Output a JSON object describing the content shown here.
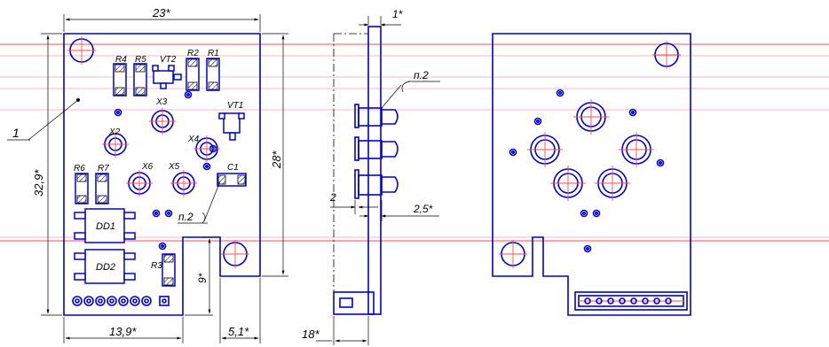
{
  "dimensions": {
    "width_top": "23*",
    "height_left": "32,9*",
    "height_right": "28*",
    "cutout_height": "9*",
    "bottom_width_left": "13,9*",
    "bottom_width_right": "5,1*",
    "side_top": "1*",
    "side_gap": "2",
    "side_offset": "2,5*",
    "side_bottom": "18*"
  },
  "callouts": {
    "leader_1": "1",
    "note_p2_front": "п.2",
    "note_p2_side": "п.2"
  },
  "components": {
    "r4": "R4",
    "r5": "R5",
    "vt2": "VT2",
    "r2": "R2",
    "r1": "R1",
    "x3": "X3",
    "vt1": "VT1",
    "x2": "X2",
    "x4": "X4",
    "r6": "R6",
    "r7": "R7",
    "x6": "X6",
    "x5": "X5",
    "c1": "C1",
    "dd1": "DD1",
    "dd2": "DD2",
    "r3": "R3"
  }
}
